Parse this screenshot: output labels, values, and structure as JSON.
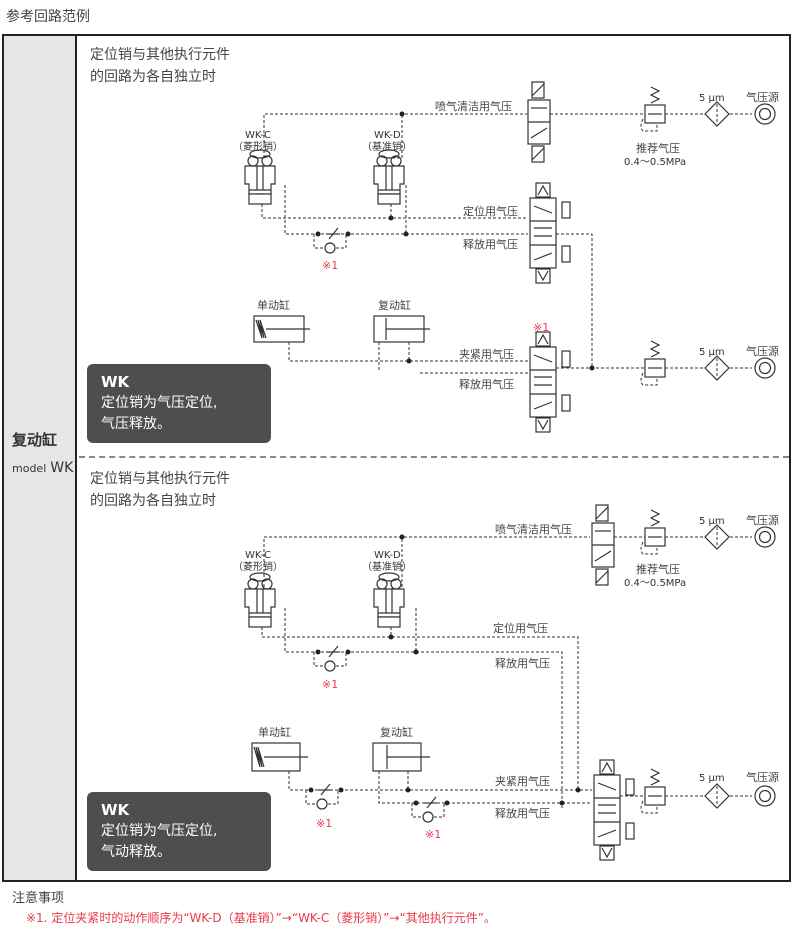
{
  "page_title": "参考回路范例",
  "side": {
    "title": "复动缸",
    "model_prefix": "model",
    "model": "WK"
  },
  "sections": [
    {
      "heading_line1": "定位销与其他执行元件",
      "heading_line2": "的回路为各自独立时",
      "callout": {
        "title": "WK",
        "line1": "定位销为气压定位,",
        "line2": "气压释放。"
      },
      "labels": {
        "purge": "喷气清洁用气压",
        "locate": "定位用气压",
        "release": "释放用气压",
        "clamp": "夹紧用气压",
        "release2": "释放用气压",
        "wkc": "WK-C",
        "wkc_sub": "（菱形销）",
        "wkd": "WK-D",
        "wkd_sub": "（基准销）",
        "single": "单动缸",
        "double": "复动缸",
        "rec": "推荐气压",
        "rec_val": "0.4～0.5MPa",
        "filter": "5 μm",
        "source": "气压源",
        "filter2": "5 μm",
        "source2": "气压源",
        "note_mark": "※1",
        "note_mark2": "※1"
      }
    },
    {
      "heading_line1": "定位销与其他执行元件",
      "heading_line2": "的回路为各自独立时",
      "callout": {
        "title": "WK",
        "line1": "定位销为气压定位,",
        "line2": "气动释放。"
      },
      "labels": {
        "purge": "喷气清洁用气压",
        "locate": "定位用气压",
        "release": "释放用气压",
        "clamp": "夹紧用气压",
        "release2": "释放用气压",
        "wkc": "WK-C",
        "wkc_sub": "（菱形销）",
        "wkd": "WK-D",
        "wkd_sub": "（基准销）",
        "single": "单动缸",
        "double": "复动缸",
        "rec": "推荐气压",
        "rec_val": "0.4～0.5MPa",
        "filter": "5 μm",
        "source": "气压源",
        "filter2": "5 μm",
        "source2": "气压源",
        "note_mark": "※1",
        "note_mark2": "※1",
        "note_mark3": "※1"
      }
    }
  ],
  "notes": {
    "title": "注意事项",
    "items": [
      "※1. 定位夹紧时的动作顺序为“WK-D（基准销）”→“WK-C（菱形销）”→“其他执行元件”。"
    ]
  }
}
